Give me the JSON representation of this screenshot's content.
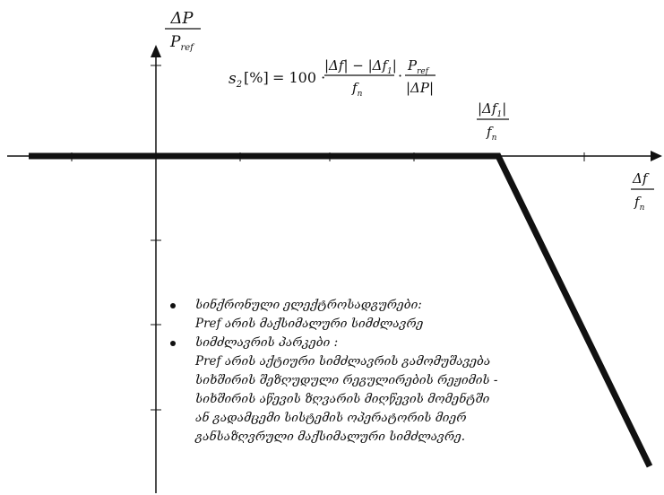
{
  "diagram": {
    "y_axis_label": {
      "numerator": "ΔP",
      "denominator": "P",
      "denominator_sub": "ref"
    },
    "formula": {
      "lhs": "s",
      "lhs_sub": "2",
      "lhs_unit": "[%]",
      "equals_factor": "= 100 ·",
      "frac1_num": "|Δf| − |Δf",
      "frac1_num_sub": "1",
      "frac1_num_end": "|",
      "frac1_den": "f",
      "frac1_den_sub": "n",
      "dot": "·",
      "frac2_num": "P",
      "frac2_num_sub": "ref",
      "frac2_den": "|ΔP|"
    },
    "breakpoint_label": {
      "numerator": "|Δf",
      "numerator_sub": "1",
      "numerator_end": "|",
      "denominator": "f",
      "denominator_sub": "n"
    },
    "x_axis_label": {
      "numerator": "Δf",
      "denominator": "f",
      "denominator_sub": "n"
    }
  },
  "notes": {
    "bullet1_title": "სინქრონული ელექტროსადგურები:",
    "bullet1_text": "Pref არის მაქსიმალური სიმძლავრე",
    "bullet2_title": "სიმძლავრის პარკები :",
    "bullet2_lines": [
      "Pref არის აქტიური სიმძლავრის გამომუშავება",
      "სიხშირის შეზღუდული რეგულირების რეჟიმის -",
      "სიხშირის აწევის ზღვარის მიღწევის მომენტში",
      "ან გადამცემი სისტემის ოპერატორის მიერ",
      "განსაზღვრული მაქსიმალური სიმძლავრე."
    ]
  }
}
